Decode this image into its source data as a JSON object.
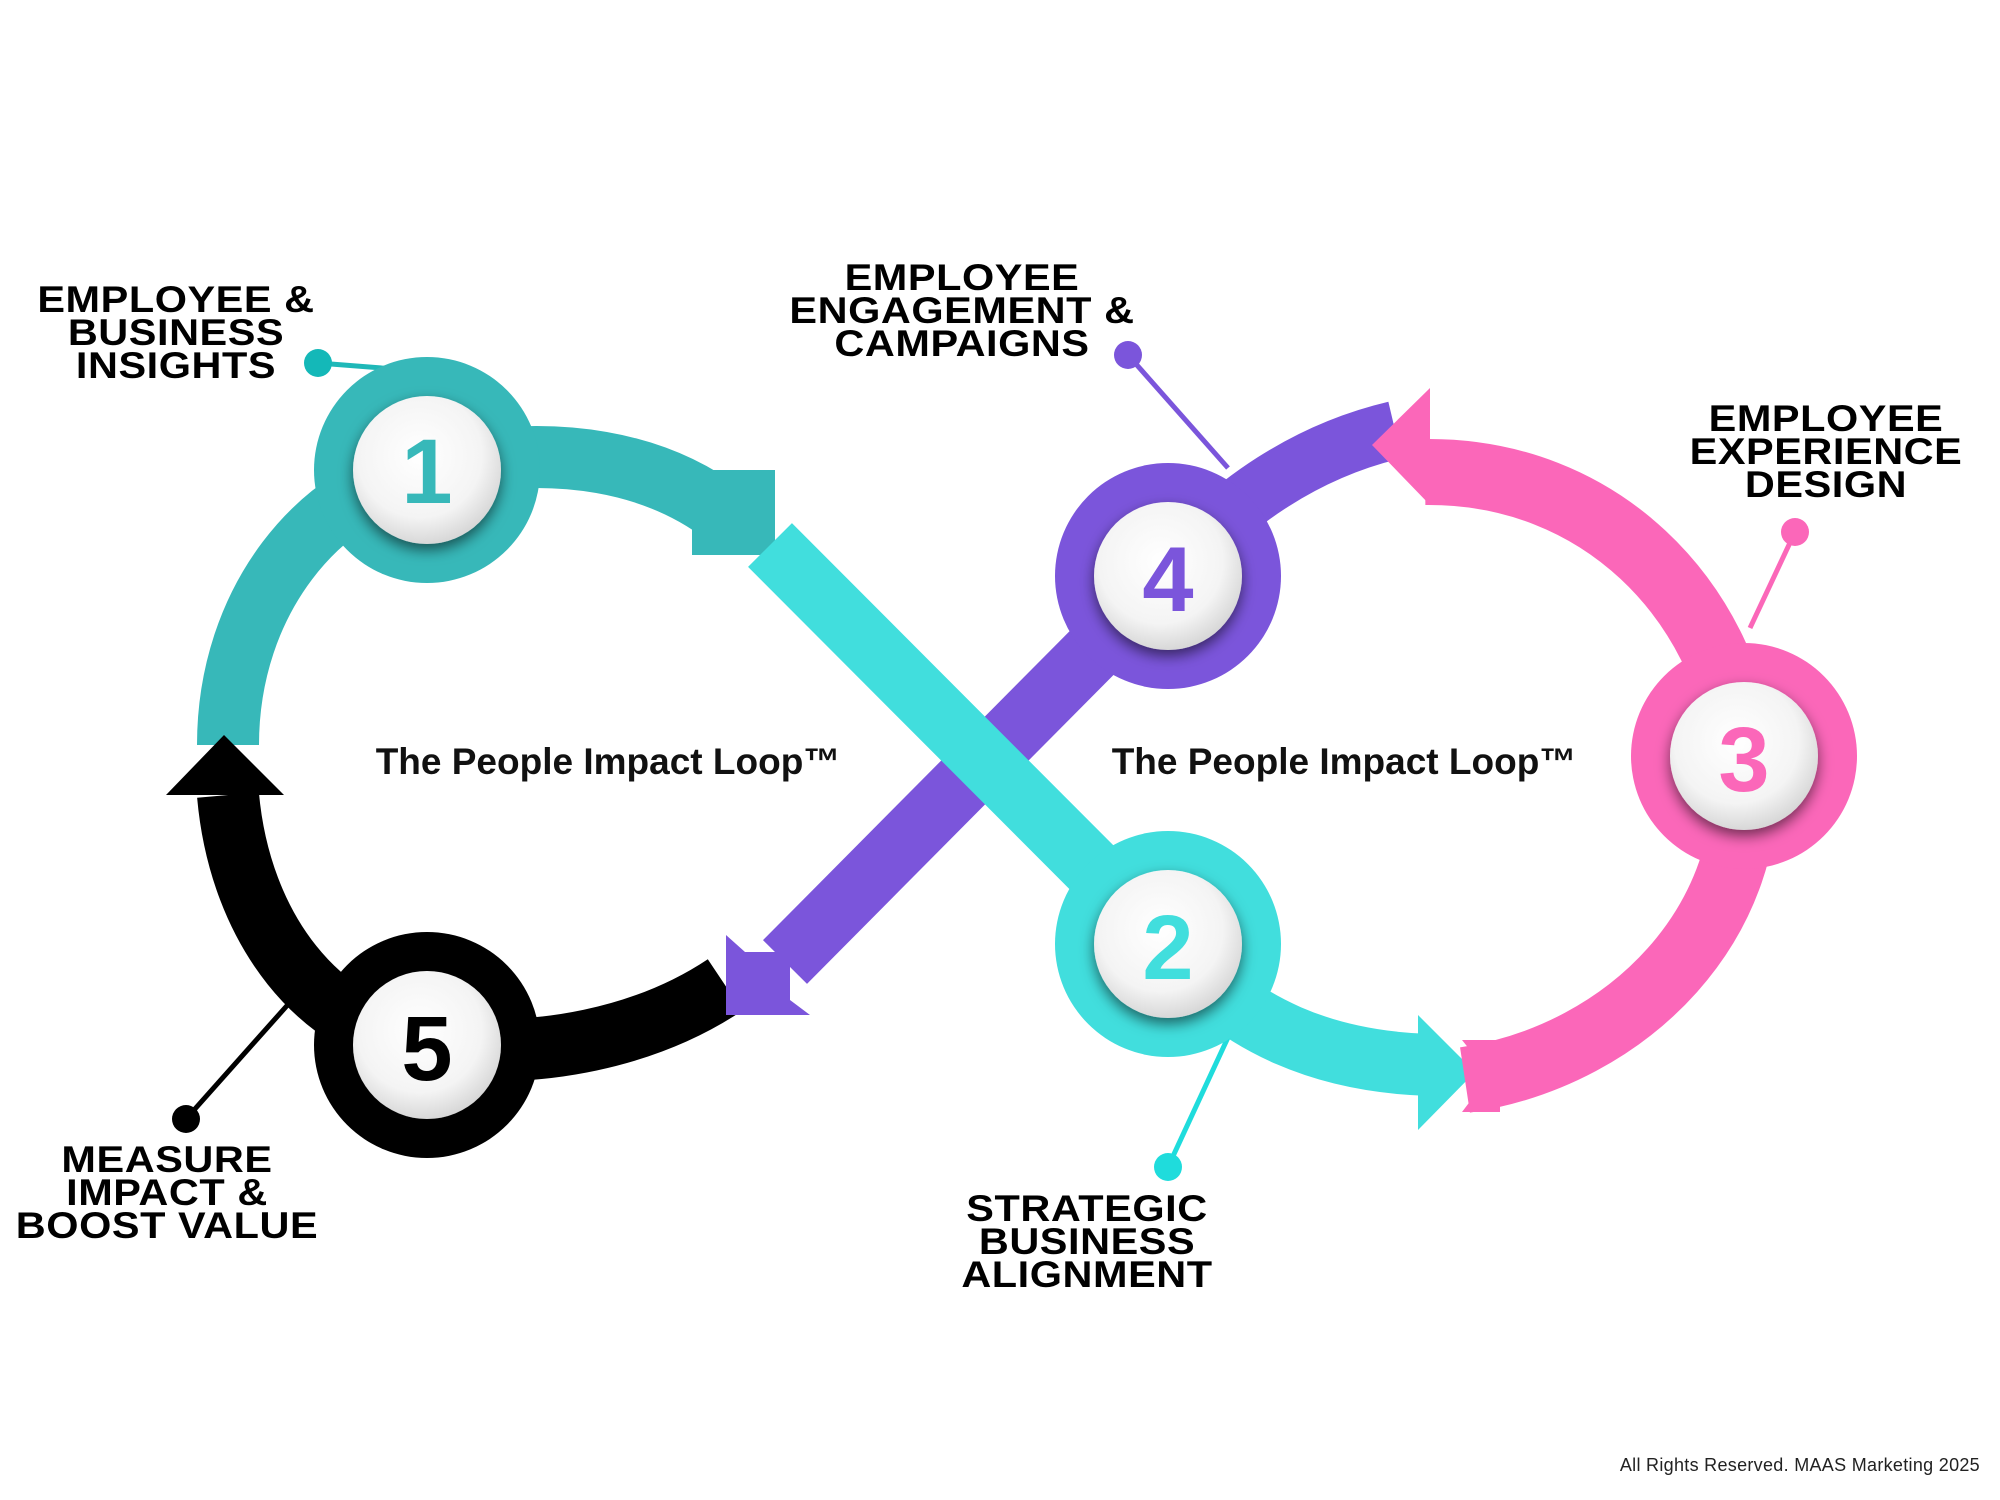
{
  "title": "The People Impact Loop™",
  "loop_titles": [
    "The People Impact Loop™",
    "The People Impact Loop™"
  ],
  "steps": [
    {
      "number": "1",
      "lines": [
        "EMPLOYEE &",
        "BUSINESS",
        "INSIGHTS"
      ],
      "color": "#37b8b9"
    },
    {
      "number": "2",
      "lines": [
        "STRATEGIC",
        "BUSINESS",
        "ALIGNMENT"
      ],
      "color": "#41dedd"
    },
    {
      "number": "3",
      "lines": [
        "EMPLOYEE",
        "EXPERIENCE",
        "DESIGN"
      ],
      "color": "#fb67b9"
    },
    {
      "number": "4",
      "lines": [
        "EMPLOYEE",
        "ENGAGEMENT &",
        "CAMPAIGNS"
      ],
      "color": "#7b55db"
    },
    {
      "number": "5",
      "lines": [
        "MEASURE",
        "IMPACT &",
        "BOOST VALUE"
      ],
      "color": "#000000"
    }
  ],
  "footer": "All Rights Reserved. MAAS Marketing 2025"
}
